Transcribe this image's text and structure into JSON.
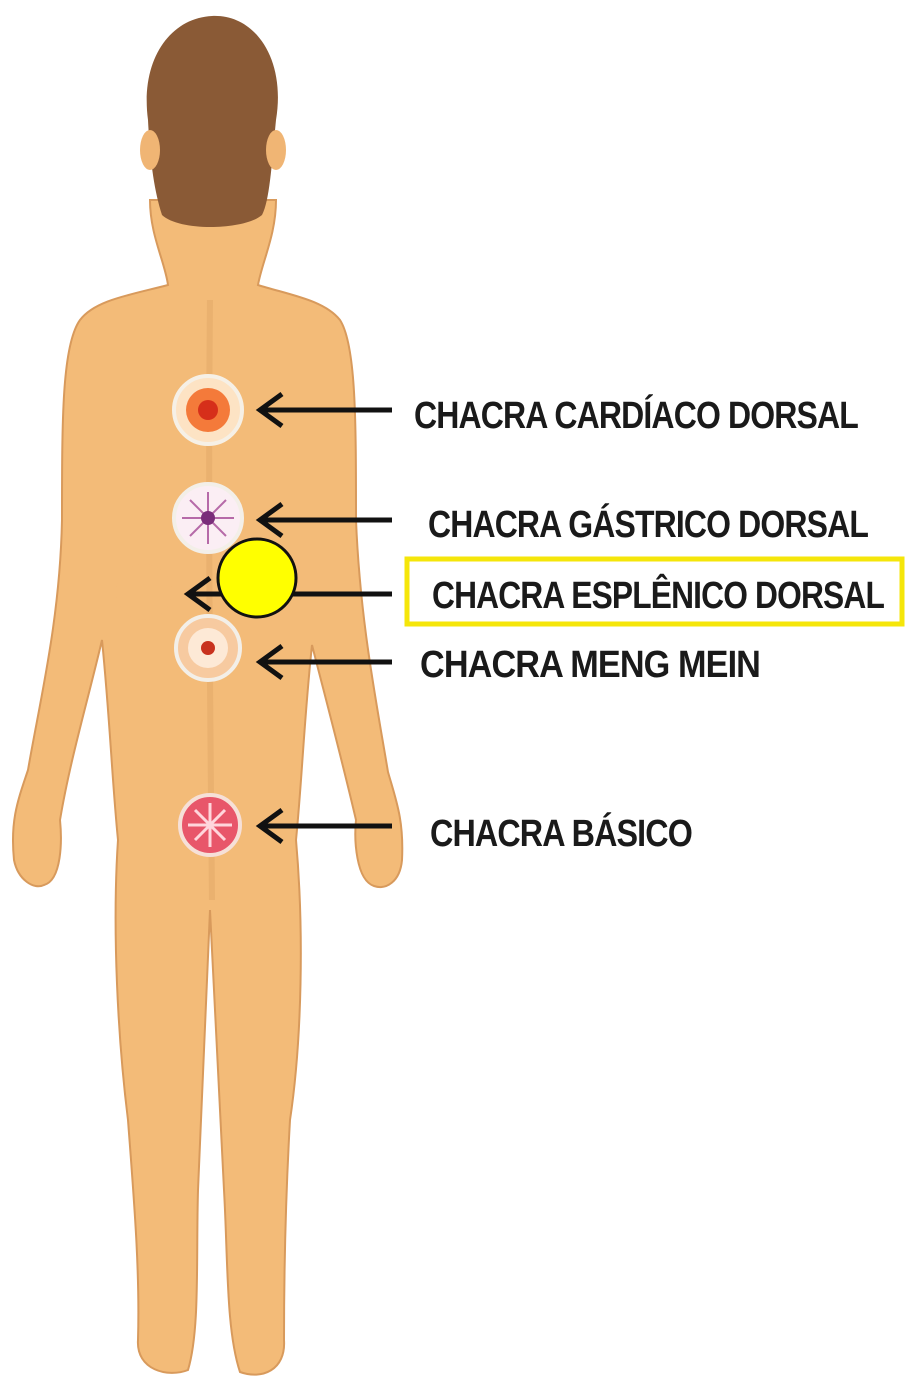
{
  "colors": {
    "skin": "#f3bb78",
    "skin_shadow": "#d89a5c",
    "hair": "#8a5a36",
    "highlight_fill": "#ffff00",
    "highlight_border": "#f5e60a",
    "arrow": "#111111"
  },
  "labels": [
    {
      "id": "cardiaco",
      "text": "CHACRA CARDÍACO DORSAL",
      "icon": "red-flower-chakra-icon"
    },
    {
      "id": "gastrico",
      "text": "CHACRA GÁSTRICO DORSAL",
      "icon": "purple-star-chakra-icon"
    },
    {
      "id": "esplenico",
      "text": "CHACRA ESPLÊNICO DORSAL",
      "icon": "yellow-circle-chakra-icon",
      "highlighted": true
    },
    {
      "id": "meng_mein",
      "text": "CHACRA MENG MEIN",
      "icon": "orange-ring-chakra-icon"
    },
    {
      "id": "basico",
      "text": "CHACRA BÁSICO",
      "icon": "red-wheel-chakra-icon"
    }
  ]
}
